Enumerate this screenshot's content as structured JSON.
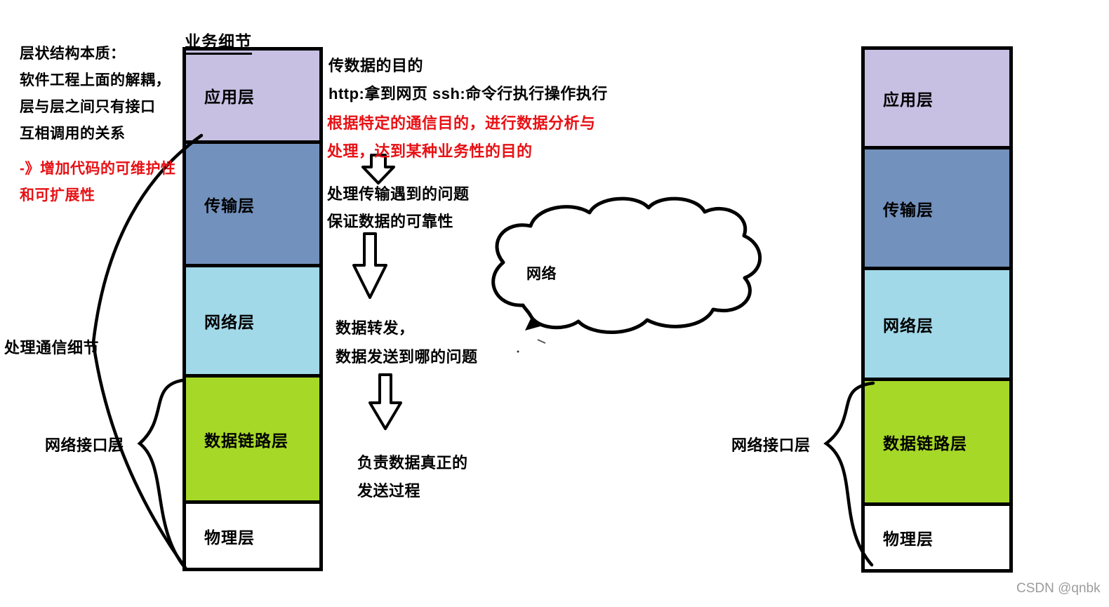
{
  "header": {
    "column_title": "业务细节"
  },
  "left_notes": {
    "l1": "层状结构本质：",
    "l2": "软件工程上面的解耦，",
    "l3": "层与层之间只有接口",
    "l4": "互相调用的关系",
    "l5": "-》增加代码的可维护性",
    "l6": "和可扩展性"
  },
  "layers": {
    "application": {
      "label": "应用层",
      "color": "#c7c0e3"
    },
    "transport": {
      "label": "传输层",
      "color": "#7291bd"
    },
    "network": {
      "label": "网络层",
      "color": "#a2d9e9"
    },
    "datalink": {
      "label": "数据链路层",
      "color": "#a6d827"
    },
    "physical": {
      "label": "物理层",
      "color": "#ffffff"
    }
  },
  "middle_notes": {
    "app_purpose": "传数据的目的",
    "app_examples": "http:拿到网页 ssh:命令行执行操作执行",
    "app_red1": "根据特定的通信目的，进行数据分析与",
    "app_red2": "处理，达到某种业务性的目的",
    "transport_note1": "处理传输遇到的问题",
    "transport_note2": "保证数据的可靠性",
    "network_note1": "数据转发，",
    "network_note2": "数据发送到哪的问题",
    "datalink_note1": "负责数据真正的",
    "datalink_note2": "发送过程"
  },
  "side_labels": {
    "comm_details": "处理通信细节",
    "net_interface_left": "网络接口层",
    "net_interface_right": "网络接口层",
    "cloud": "网络"
  },
  "colors": {
    "red_text": "#e81014",
    "watermark": "#9c9c9c",
    "ink": "#000000"
  },
  "watermark": "CSDN @qnbk"
}
